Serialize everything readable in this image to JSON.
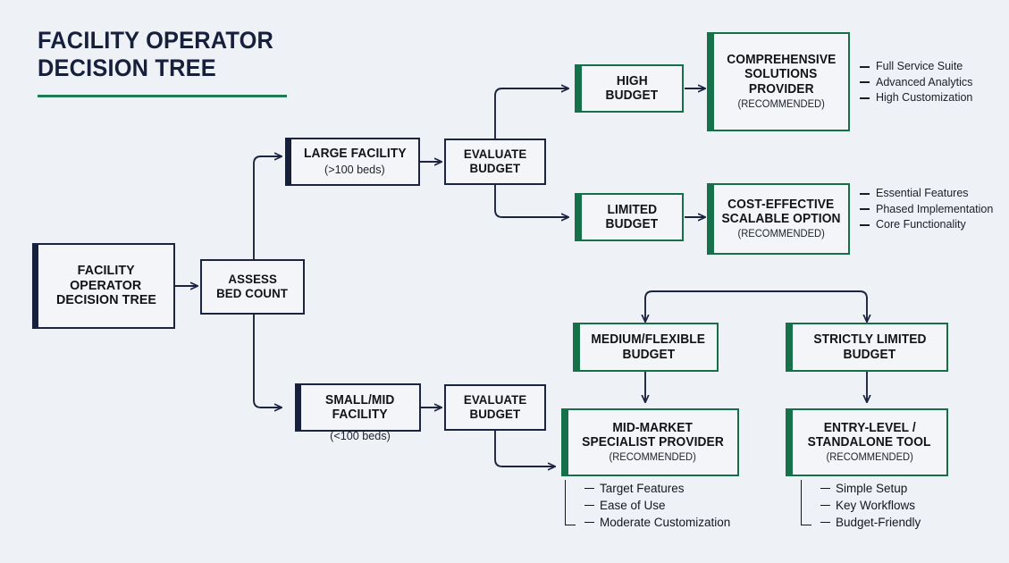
{
  "title": {
    "line1": "FACILITY OPERATOR",
    "line2": "DECISION TREE",
    "accent_color": "#1f7a55"
  },
  "colors": {
    "background": "#eef1f6",
    "navy": "#1b2440",
    "navy_accent": "#17203a",
    "green": "#157048",
    "green_accent": "#16704a",
    "text": "#111317"
  },
  "nodes": {
    "root": {
      "line1": "FACILITY",
      "line2": "OPERATOR",
      "line3": "DECISION TREE"
    },
    "assess": {
      "line1": "ASSESS",
      "line2": "BED COUNT"
    },
    "large_facility": {
      "line1": "LARGE FACILITY",
      "sub": "(>100 beds)"
    },
    "small_facility": {
      "line1": "SMALL/MID",
      "line2": "FACILITY",
      "sub": "(<100 beds)"
    },
    "evaluate_top": {
      "line1": "EVALUATE",
      "line2": "BUDGET"
    },
    "evaluate_bottom": {
      "line1": "EVALUATE",
      "line2": "BUDGET"
    },
    "high_budget": {
      "line1": "HIGH",
      "line2": "BUDGET"
    },
    "limited_budget": {
      "line1": "LIMITED",
      "line2": "BUDGET"
    },
    "comprehensive": {
      "line1": "COMPREHENSIVE",
      "line2": "SOLUTIONS",
      "line3": "PROVIDER",
      "sub": "(RECOMMENDED)"
    },
    "cost_effective": {
      "line1": "COST-EFFECTIVE",
      "line2": "SCALABLE OPTION",
      "sub": "(RECOMMENDED)"
    },
    "medium_flexible": {
      "line1": "MEDIUM/FLEXIBLE",
      "line2": "BUDGET"
    },
    "strictly_limited": {
      "line1": "STRICTLY LIMITED",
      "line2": "BUDGET"
    },
    "mid_market": {
      "line1": "MID-MARKET",
      "line2": "SPECIALIST PROVIDER",
      "sub": "(RECOMMENDED)"
    },
    "entry_level": {
      "line1": "ENTRY-LEVEL /",
      "line2": "STANDALONE TOOL",
      "sub": "(RECOMMENDED)"
    }
  },
  "feature_lists": {
    "comprehensive": [
      "Full Service Suite",
      "Advanced Analytics",
      "High Customization"
    ],
    "cost_effective": [
      "Essential Features",
      "Phased Implementation",
      "Core Functionality"
    ],
    "mid_market": [
      "Target Features",
      "Ease of Use",
      "Moderate Customization"
    ],
    "entry_level": [
      "Simple Setup",
      "Key Workflows",
      "Budget-Friendly"
    ]
  }
}
